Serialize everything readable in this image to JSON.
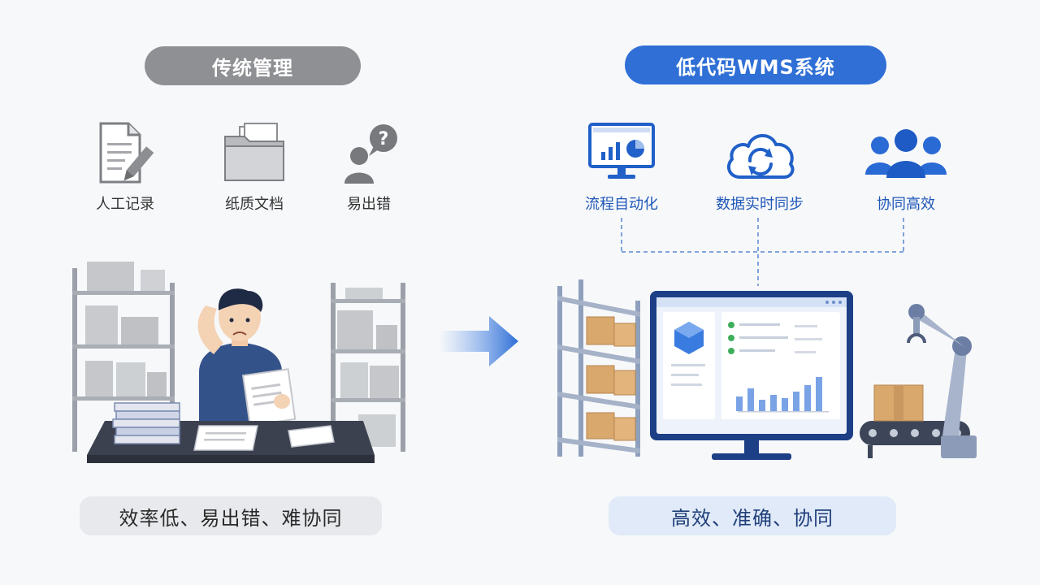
{
  "left": {
    "title": "传统管理",
    "features": [
      {
        "label": "人工记录",
        "icon": "document-pen-icon"
      },
      {
        "label": "纸质文档",
        "icon": "folder-icon"
      },
      {
        "label": "易出错",
        "icon": "user-question-icon"
      }
    ],
    "summary": "效率低、易出错、难协同"
  },
  "right": {
    "title": "低代码WMS系统",
    "features": [
      {
        "label": "流程自动化",
        "icon": "monitor-chart-icon"
      },
      {
        "label": "数据实时同步",
        "icon": "cloud-sync-icon"
      },
      {
        "label": "协同高效",
        "icon": "team-icon"
      }
    ],
    "summary": "高效、准确、协同"
  },
  "colors": {
    "gray_pill": "#8f9094",
    "blue_pill": "#2f6fd6",
    "blue_text": "#1f57b8",
    "box": "#d9a86c"
  }
}
